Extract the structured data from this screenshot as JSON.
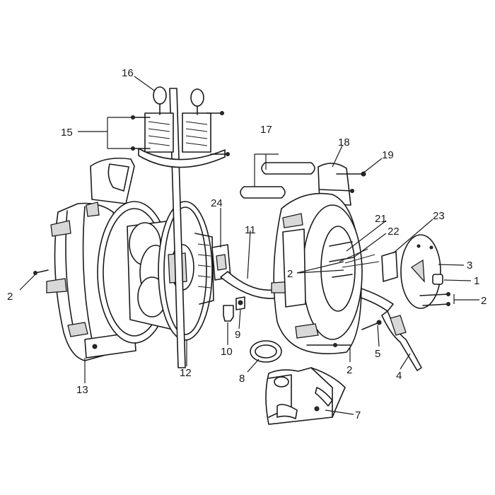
{
  "callouts": [
    {
      "id": "c1",
      "text": "1"
    },
    {
      "id": "c2a",
      "text": "2"
    },
    {
      "id": "c2b",
      "text": "2"
    },
    {
      "id": "c2c",
      "text": "2"
    },
    {
      "id": "c2d",
      "text": "2"
    },
    {
      "id": "c3",
      "text": "3"
    },
    {
      "id": "c4",
      "text": "4"
    },
    {
      "id": "c5",
      "text": "5"
    },
    {
      "id": "c7",
      "text": "7"
    },
    {
      "id": "c8",
      "text": "8"
    },
    {
      "id": "c9",
      "text": "9"
    },
    {
      "id": "c10",
      "text": "10"
    },
    {
      "id": "c11",
      "text": "11"
    },
    {
      "id": "c12",
      "text": "12"
    },
    {
      "id": "c13",
      "text": "13"
    },
    {
      "id": "c15",
      "text": "15"
    },
    {
      "id": "c16",
      "text": "16"
    },
    {
      "id": "c17",
      "text": "17"
    },
    {
      "id": "c18",
      "text": "18"
    },
    {
      "id": "c19",
      "text": "19"
    },
    {
      "id": "c21",
      "text": "21"
    },
    {
      "id": "c22",
      "text": "22"
    },
    {
      "id": "c23",
      "text": "23"
    },
    {
      "id": "c24",
      "text": "24"
    }
  ]
}
